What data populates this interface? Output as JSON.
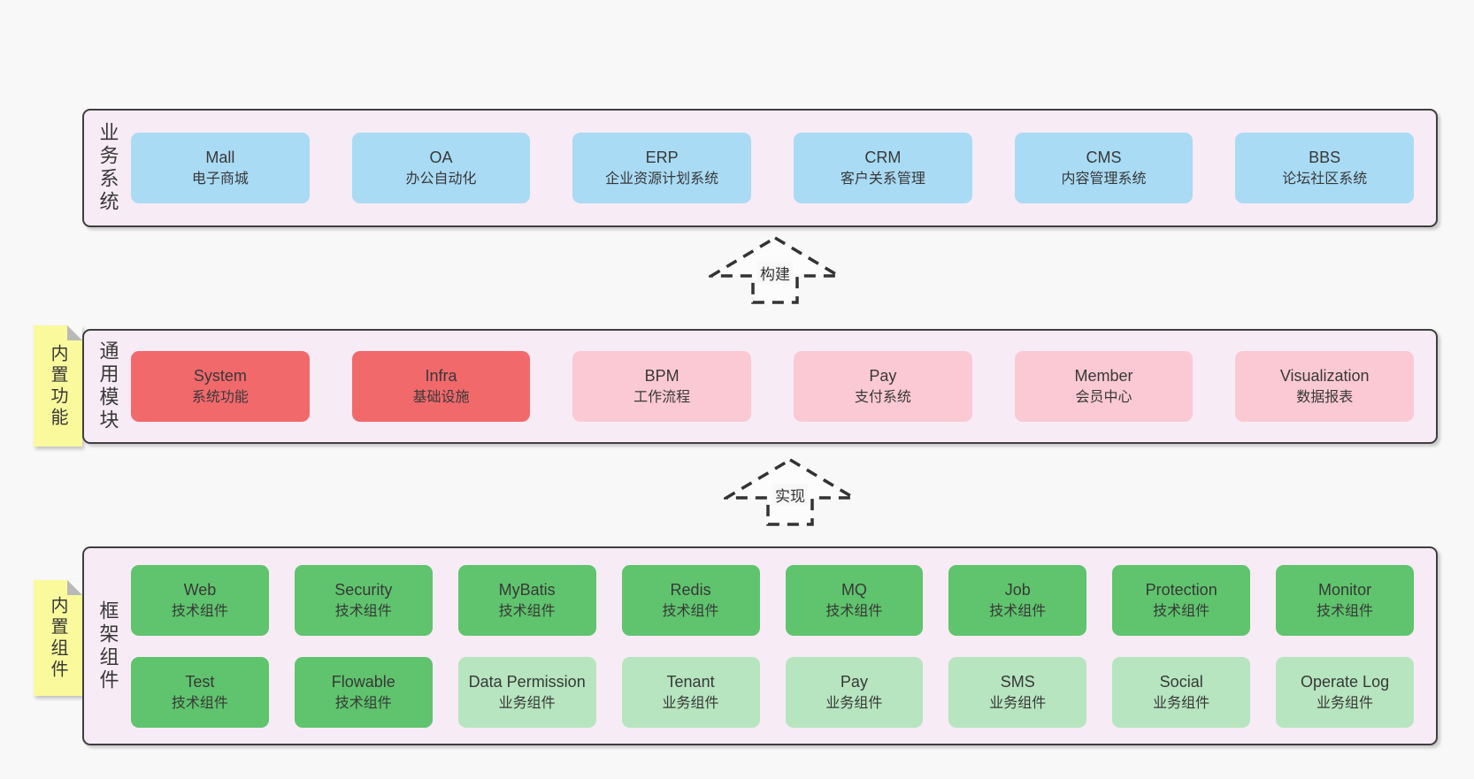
{
  "colors": {
    "page_bg": "#f8f8f8",
    "container_bg": "#f7ebf5",
    "container_border": "#3f3f3f",
    "blue": "#a9dbf4",
    "red": "#f2696c",
    "pink": "#fbc9d3",
    "green": "#5fc46d",
    "lightgreen": "#b6e5bf",
    "sticky": "#fafa9d",
    "sticky_fold": "#b9b9b9",
    "text": "#383838"
  },
  "layers": [
    {
      "id": "business-systems",
      "label": "业务系统",
      "sticky": null,
      "rows": [
        [
          {
            "name": "Mall",
            "sub": "电子商城",
            "type": "blue"
          },
          {
            "name": "OA",
            "sub": "办公自动化",
            "type": "blue"
          },
          {
            "name": "ERP",
            "sub": "企业资源计划系统",
            "type": "blue"
          },
          {
            "name": "CRM",
            "sub": "客户关系管理",
            "type": "blue"
          },
          {
            "name": "CMS",
            "sub": "内容管理系统",
            "type": "blue"
          },
          {
            "name": "BBS",
            "sub": "论坛社区系统",
            "type": "blue"
          }
        ]
      ]
    },
    {
      "id": "common-modules",
      "label": "通用模块",
      "sticky": "内置功能",
      "rows": [
        [
          {
            "name": "System",
            "sub": "系统功能",
            "type": "red"
          },
          {
            "name": "Infra",
            "sub": "基础设施",
            "type": "red"
          },
          {
            "name": "BPM",
            "sub": "工作流程",
            "type": "pink"
          },
          {
            "name": "Pay",
            "sub": "支付系统",
            "type": "pink"
          },
          {
            "name": "Member",
            "sub": "会员中心",
            "type": "pink"
          },
          {
            "name": "Visualization",
            "sub": "数据报表",
            "type": "pink"
          }
        ]
      ]
    },
    {
      "id": "framework-components",
      "label": "框架组件",
      "sticky": "内置组件",
      "rows": [
        [
          {
            "name": "Web",
            "sub": "技术组件",
            "type": "green"
          },
          {
            "name": "Security",
            "sub": "技术组件",
            "type": "green"
          },
          {
            "name": "MyBatis",
            "sub": "技术组件",
            "type": "green"
          },
          {
            "name": "Redis",
            "sub": "技术组件",
            "type": "green"
          },
          {
            "name": "MQ",
            "sub": "技术组件",
            "type": "green"
          },
          {
            "name": "Job",
            "sub": "技术组件",
            "type": "green"
          },
          {
            "name": "Protection",
            "sub": "技术组件",
            "type": "green"
          },
          {
            "name": "Monitor",
            "sub": "技术组件",
            "type": "green"
          }
        ],
        [
          {
            "name": "Test",
            "sub": "技术组件",
            "type": "green"
          },
          {
            "name": "Flowable",
            "sub": "技术组件",
            "type": "green"
          },
          {
            "name": "Data Permission",
            "sub": "业务组件",
            "type": "lightgreen"
          },
          {
            "name": "Tenant",
            "sub": "业务组件",
            "type": "lightgreen"
          },
          {
            "name": "Pay",
            "sub": "业务组件",
            "type": "lightgreen"
          },
          {
            "name": "SMS",
            "sub": "业务组件",
            "type": "lightgreen"
          },
          {
            "name": "Social",
            "sub": "业务组件",
            "type": "lightgreen"
          },
          {
            "name": "Operate Log",
            "sub": "业务组件",
            "type": "lightgreen"
          }
        ]
      ]
    }
  ],
  "arrows": [
    {
      "label": "构建"
    },
    {
      "label": "实现"
    }
  ]
}
